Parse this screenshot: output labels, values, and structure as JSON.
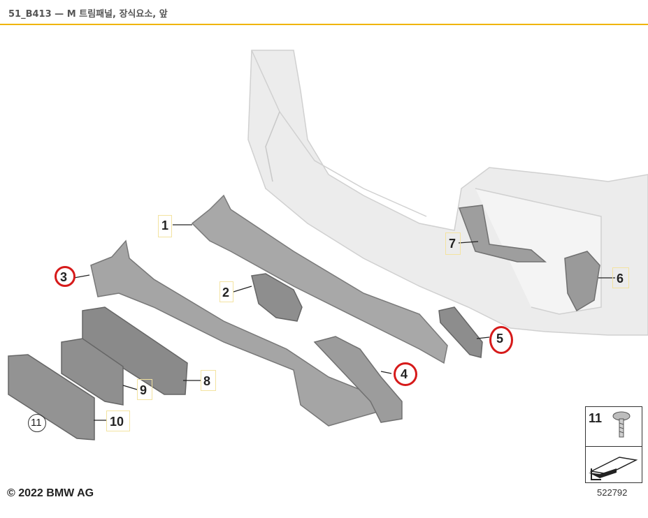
{
  "header": {
    "title": "51_B413 — M 트림패널, 장식요소, 앞"
  },
  "callouts": {
    "c1": "1",
    "c2": "2",
    "c3": "3",
    "c4": "4",
    "c5": "5",
    "c6": "6",
    "c7": "7",
    "c8": "8",
    "c9": "9",
    "c10": "10",
    "c11": "11"
  },
  "highlighted_parts": [
    "3",
    "4",
    "5"
  ],
  "inset": {
    "label": "11"
  },
  "footer": {
    "copyright": "© 2022 BMW AG",
    "drawing_number": "522792"
  },
  "colors": {
    "accent": "#f0b400",
    "highlight": "#d61a1a",
    "part_gray": "#9a9a9a",
    "ghost_gray": "#e6e6e6"
  }
}
